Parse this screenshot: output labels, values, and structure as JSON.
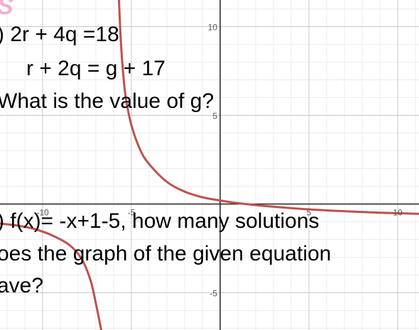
{
  "chart_data": {
    "type": "line",
    "x_ticks": [
      "-10",
      "-5",
      "5",
      "10"
    ],
    "y_ticks": [
      "10",
      "5",
      "-5"
    ],
    "xlim": [
      -12.4,
      11.2
    ],
    "ylim": [
      -7.1,
      11.5
    ],
    "grid": true,
    "minor_grid": true,
    "series": [
      {
        "color": "#c0504d",
        "points_right": [
          [
            -5.7,
            11.5
          ],
          [
            -5.6,
            9.3
          ],
          [
            -5.45,
            7.2
          ],
          [
            -5.3,
            5.9
          ],
          [
            -5,
            4.45
          ],
          [
            -4.5,
            3.05
          ],
          [
            -4,
            2.25
          ],
          [
            -3,
            1.25
          ],
          [
            -2,
            0.7
          ],
          [
            -1,
            0.38
          ],
          [
            0,
            0.2
          ],
          [
            1,
            0.05
          ],
          [
            3,
            -0.15
          ],
          [
            5,
            -0.3
          ],
          [
            8,
            -0.45
          ],
          [
            11.2,
            -0.55
          ]
        ],
        "points_left": [
          [
            -12.4,
            -1.1
          ],
          [
            -11.5,
            -1.2
          ],
          [
            -10.5,
            -1.4
          ],
          [
            -9.5,
            -1.75
          ],
          [
            -8.5,
            -2.3
          ],
          [
            -7.8,
            -3.1
          ],
          [
            -7.3,
            -4.3
          ],
          [
            -7.0,
            -5.6
          ],
          [
            -6.7,
            -7.1
          ]
        ]
      }
    ]
  },
  "questions": {
    "q1_line1": ") 2r + 4q =18",
    "q1_line2": "r + 2q = g + 17",
    "q1_line3": "What is the value of g?",
    "q2_line1": ") f(x)= -x+1-5, how many solutions",
    "q2_line2": "oes the graph of the given equation",
    "q2_line3": "ave?"
  },
  "watermark": "S",
  "colors": {
    "curve": "#c0504d",
    "major_grid": "#c8c8c8",
    "minor_grid": "#ececec",
    "axis": "#222222",
    "tick_label": "#555555",
    "watermark": "#e8a0c4"
  }
}
